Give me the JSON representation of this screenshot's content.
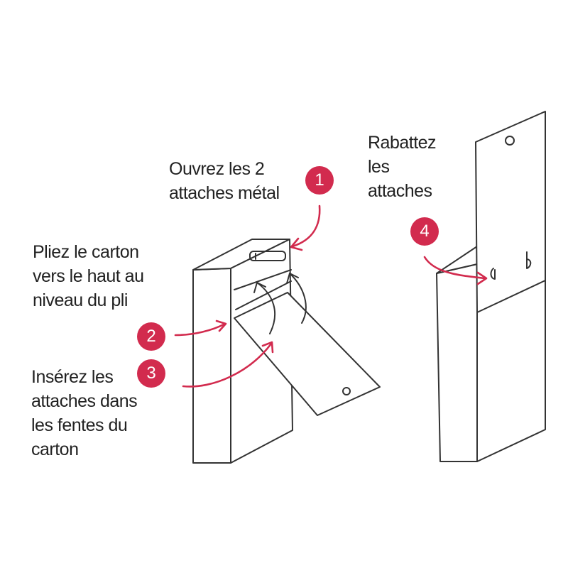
{
  "colors": {
    "accent": "#d22b4e",
    "line": "#333333",
    "text": "#222222"
  },
  "steps": [
    {
      "number": "1",
      "lines": [
        "Ouvrez les 2",
        "attaches métal"
      ]
    },
    {
      "number": "2",
      "lines": [
        "Pliez le carton",
        "vers le haut au",
        "niveau du pli"
      ]
    },
    {
      "number": "3",
      "lines": [
        "Insérez les",
        "attaches dans",
        "les fentes du",
        "carton"
      ]
    },
    {
      "number": "4",
      "lines": [
        "Rabattez",
        "les",
        "attaches"
      ]
    }
  ]
}
